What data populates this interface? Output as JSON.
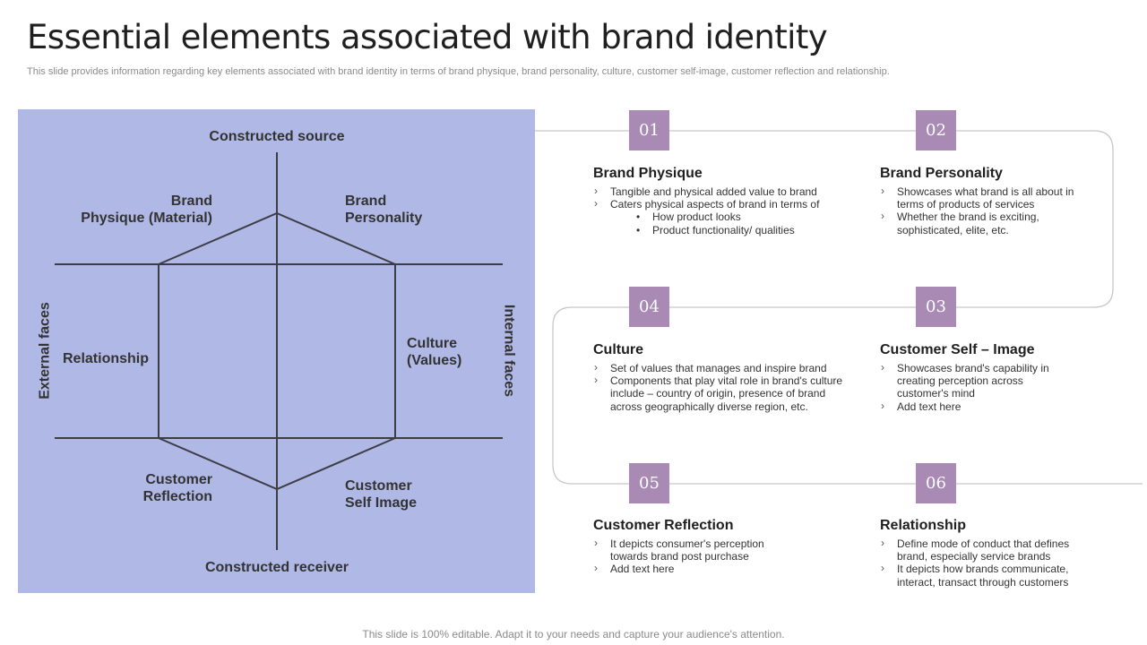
{
  "title": "Essential elements associated with brand identity",
  "subtitle": "This slide provides information regarding key elements associated with brand identity in terms of brand physique, brand personality, culture, customer self-image, customer reflection and relationship.",
  "footer": "This slide is 100% editable. Adapt it to your needs and capture your audience's attention.",
  "colors": {
    "panel": "#b0b8e6",
    "badge": "#a88ab5",
    "lines": "#3d3d45",
    "connector": "#c8c8c8"
  },
  "prism": {
    "top": "Constructed source",
    "bottom": "Constructed receiver",
    "left_side": "External faces",
    "right_side": "Internal faces",
    "brand_physique": [
      "Brand",
      "Physique (Material)"
    ],
    "brand_personality": [
      "Brand",
      "Personality"
    ],
    "relationship": "Relationship",
    "culture": [
      "Culture",
      "(Values)"
    ],
    "customer_reflection": [
      "Customer",
      "Reflection"
    ],
    "customer_self_image": [
      "Customer",
      "Self Image"
    ]
  },
  "elements": [
    {
      "number": "01",
      "title": "Brand Physique",
      "points": [
        {
          "text": "Tangible and physical added value to brand"
        },
        {
          "text": "Caters physical aspects of brand in terms of",
          "sub": [
            "How product looks",
            "Product functionality/ qualities"
          ]
        }
      ]
    },
    {
      "number": "02",
      "title": "Brand Personality",
      "points": [
        {
          "text": "Showcases what brand is all about in terms of products of services"
        },
        {
          "text": "Whether the brand is exciting, sophisticated, elite, etc."
        }
      ]
    },
    {
      "number": "03",
      "title": "Customer Self – Image",
      "points": [
        {
          "text": "Showcases brand's capability in creating perception across customer's mind"
        },
        {
          "text": "Add text here"
        }
      ]
    },
    {
      "number": "04",
      "title": "Culture",
      "points": [
        {
          "text": "Set of values that manages and inspire brand"
        },
        {
          "text": "Components that play vital role in brand's culture include – country of origin, presence of brand across geographically diverse region, etc."
        }
      ]
    },
    {
      "number": "05",
      "title": "Customer Reflection",
      "points": [
        {
          "text": "It depicts consumer's perception towards brand post purchase"
        },
        {
          "text": "Add text here"
        }
      ]
    },
    {
      "number": "06",
      "title": "Relationship",
      "points": [
        {
          "text": "Define mode of conduct that defines brand, especially service brands"
        },
        {
          "text": "It depicts how brands communicate, interact, transact through customers"
        }
      ]
    }
  ]
}
